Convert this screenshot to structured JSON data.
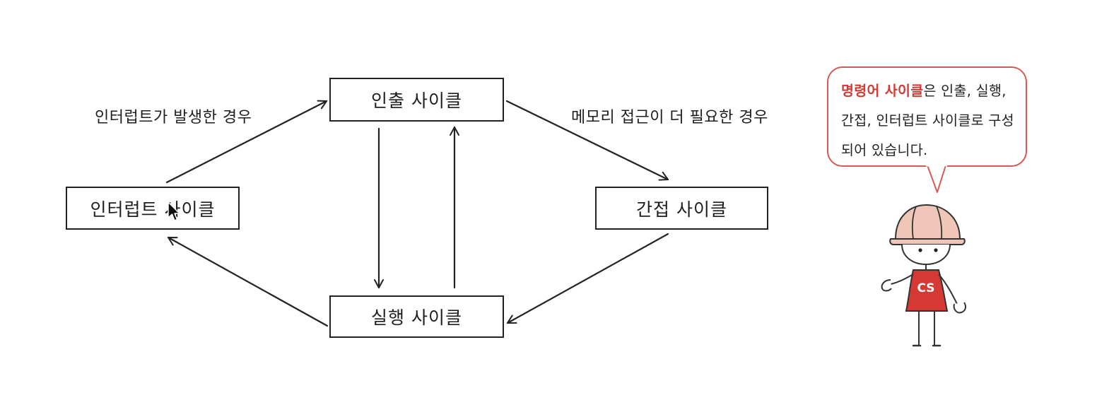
{
  "nodes": {
    "fetch": "인출 사이클",
    "indirect": "간접 사이클",
    "execute": "실행 사이클",
    "interrupt": "인터럽트 사이클"
  },
  "edge_labels": {
    "interrupt_occurs": "인터럽트가 발생한 경우",
    "memory_access_needed": "메모리 접근이 더 필요한 경우"
  },
  "speech_bubble": {
    "highlight": "명령어 사이클",
    "text": "은 인출, 실행, 간접, 인터럽트 사이클로 구성되어 있습니다."
  },
  "character": {
    "shirt_text": "CS",
    "shirt_color": "#d43a33",
    "helmet_color": "#f0c6b8"
  },
  "colors": {
    "accent": "#d43a33",
    "bubble_border": "#d45a55"
  }
}
